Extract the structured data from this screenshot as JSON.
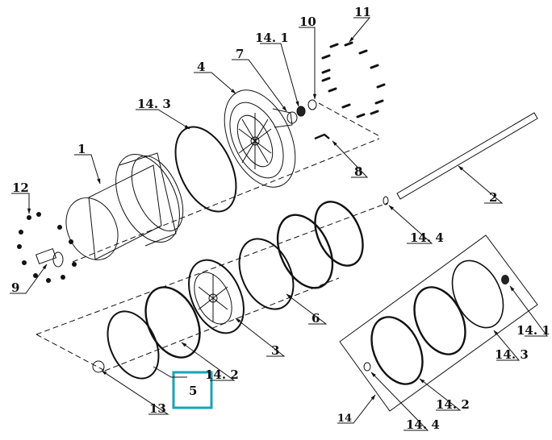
{
  "diagram": {
    "title": "Exploded parts view",
    "highlight_color": "#1aa3b8",
    "highlighted_part": "5",
    "labels": {
      "p1": "1",
      "p2": "2",
      "p3": "3",
      "p4": "4",
      "p5": "5",
      "p6": "6",
      "p7": "7",
      "p8": "8",
      "p9": "9",
      "p10": "10",
      "p11": "11",
      "p12": "12",
      "p13": "13",
      "p14": "14",
      "p14_1": "14. 1",
      "p14_2": "14. 2",
      "p14_3": "14. 3",
      "p14_4": "14. 4"
    }
  }
}
